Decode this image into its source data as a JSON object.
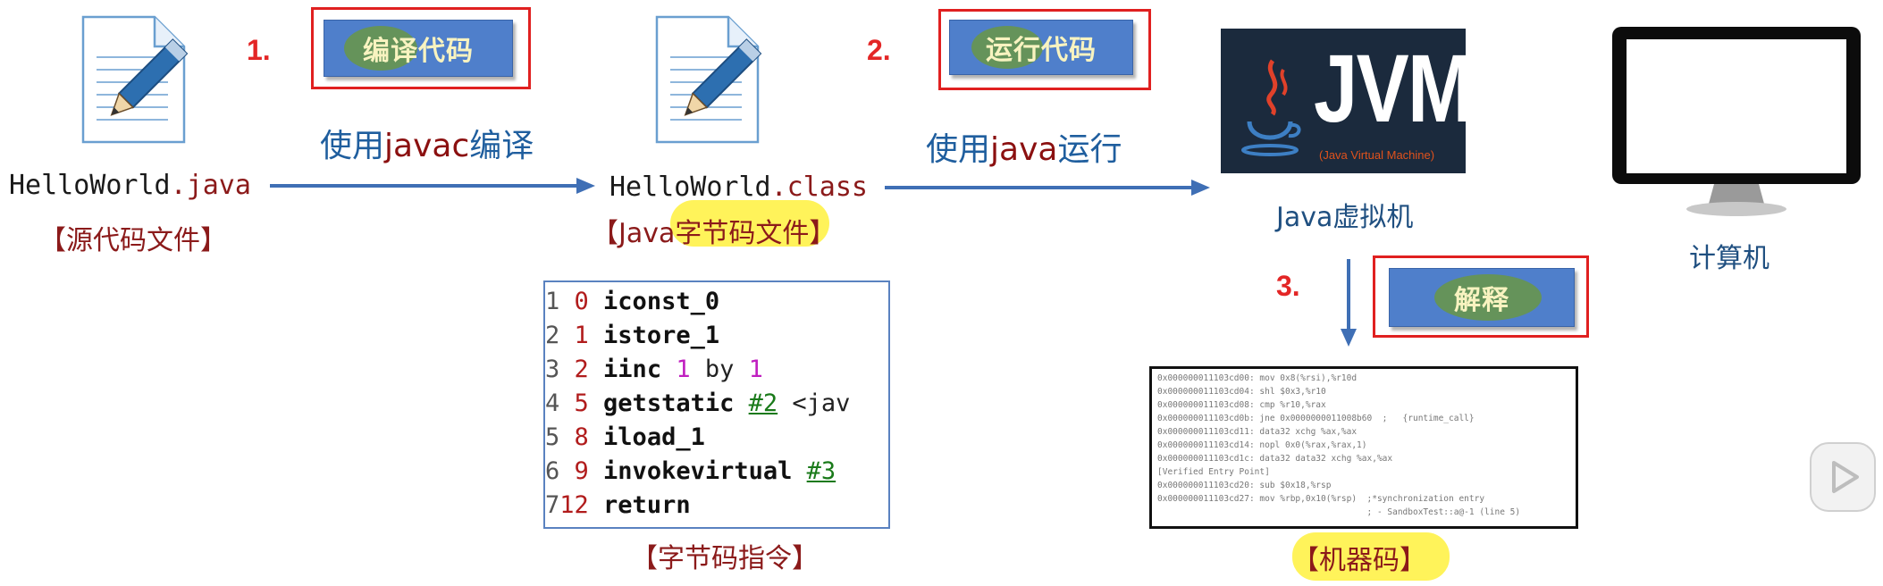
{
  "steps": [
    {
      "number": "1.",
      "button_label": "编译代码",
      "tool_prefix": "使用",
      "tool_cmd": "javac",
      "tool_suffix": "编译"
    },
    {
      "number": "2.",
      "button_label": "运行代码",
      "tool_prefix": "使用",
      "tool_cmd": "java",
      "tool_suffix": "运行"
    },
    {
      "number": "3.",
      "button_label": "解释"
    }
  ],
  "source": {
    "name": "HelloWorld",
    "ext": ".java",
    "caption": "【源代码文件】"
  },
  "bytecode_file": {
    "name": "HelloWorld",
    "ext": ".class",
    "caption_prefix": "【Java",
    "caption_highlight": "字节码文件",
    "caption_suffix": "】"
  },
  "jvm": {
    "logo_text": "JVM",
    "logo_subtitle": "(Java Virtual Machine)",
    "caption": "Java虚拟机"
  },
  "computer": {
    "caption": "计算机"
  },
  "bytecode": {
    "caption": "【字节码指令】",
    "lines": [
      {
        "ln": "1",
        "off": " 0",
        "op": "iconst_0",
        "rest": []
      },
      {
        "ln": "2",
        "off": " 1",
        "op": "istore_1",
        "rest": []
      },
      {
        "ln": "3",
        "off": " 2",
        "op": "iinc",
        "rest": [
          {
            "t": " ",
            "c": ""
          },
          {
            "t": "1",
            "c": "num"
          },
          {
            "t": " by ",
            "c": ""
          },
          {
            "t": "1",
            "c": "num"
          }
        ]
      },
      {
        "ln": "4",
        "off": " 5",
        "op": "getstatic",
        "rest": [
          {
            "t": " ",
            "c": ""
          },
          {
            "t": "#2",
            "c": "ref"
          },
          {
            "t": " <jav",
            "c": ""
          }
        ]
      },
      {
        "ln": "5",
        "off": " 8",
        "op": "iload_1",
        "rest": []
      },
      {
        "ln": "6",
        "off": " 9",
        "op": "invokevirtual",
        "rest": [
          {
            "t": " ",
            "c": ""
          },
          {
            "t": "#3",
            "c": "ref"
          }
        ]
      },
      {
        "ln": "7",
        "off": "12",
        "op": "return",
        "rest": []
      }
    ]
  },
  "machine_code": {
    "caption": "【机器码】",
    "lines": [
      "0x000000011103cd00: mov 0x8(%rsi),%r10d",
      "0x000000011103cd04: shl $0x3,%r10",
      "0x000000011103cd08: cmp %r10,%rax",
      "0x000000011103cd0b: jne 0x0000000011008b60  ;   {runtime_call}",
      "0x000000011103cd11: data32 xchg %ax,%ax",
      "0x000000011103cd14: nopl 0x0(%rax,%rax,1)",
      "0x000000011103cd1c: data32 data32 xchg %ax,%ax",
      "[Verified Entry Point]",
      "0x000000011103cd20: sub $0x18,%rsp",
      "0x000000011103cd27: mov %rbp,0x10(%rsp)  ;*synchronization entry",
      "                                         ; - SandboxTest::a@-1 (line 5)"
    ]
  },
  "colors": {
    "accent_red": "#e02020",
    "button_blue": "#4f7fcb",
    "arrow_blue": "#3f6fb5"
  }
}
